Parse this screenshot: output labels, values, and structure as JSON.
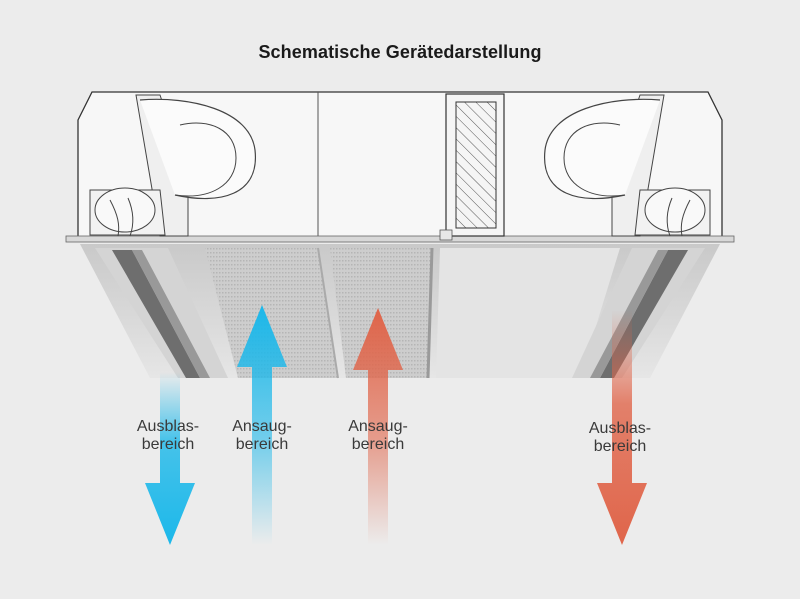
{
  "title": "Schematische Gerätedarstellung",
  "zones": [
    {
      "line1": "Ausblas-",
      "line2": "bereich",
      "color": "#1cb8ea",
      "direction": "down"
    },
    {
      "line1": "Ansaug-",
      "line2": "bereich",
      "color": "#1cb8ea",
      "direction": "up"
    },
    {
      "line1": "Ansaug-",
      "line2": "bereich",
      "color": "#e0654a",
      "direction": "up"
    },
    {
      "line1": "Ausblas-",
      "line2": "bereich",
      "color": "#e0654a",
      "direction": "down"
    }
  ]
}
